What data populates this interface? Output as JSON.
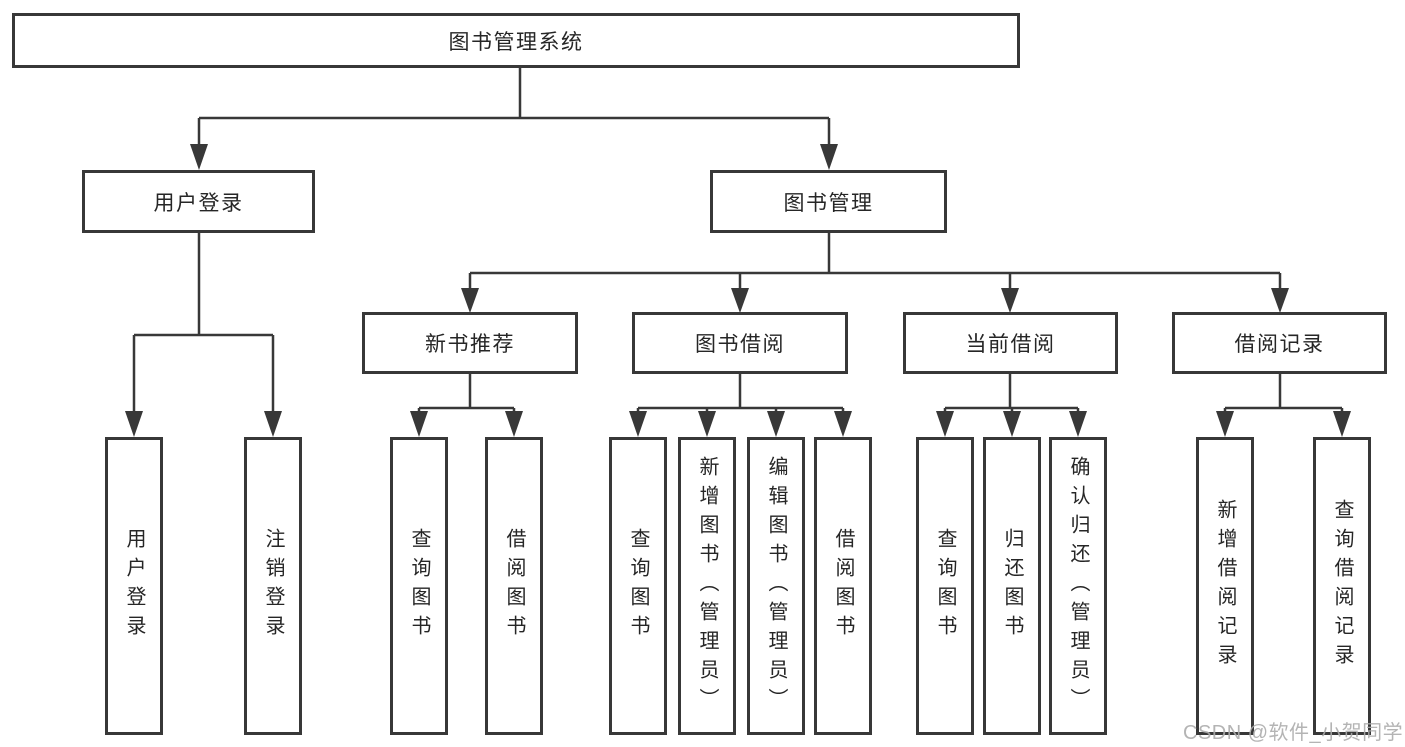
{
  "colors": {
    "line": "#383838",
    "node_border": "#383838",
    "node_text": "#262626",
    "background": "#ffffff",
    "watermark_text_color": "#acacac"
  },
  "nodes": {
    "root": "图书管理系统",
    "user_login": "用户登录",
    "book_management": "图书管理",
    "new_book_recommend": "新书推荐",
    "book_borrow": "图书借阅",
    "current_borrow": "当前借阅",
    "borrow_record": "借阅记录"
  },
  "leaves": [
    {
      "parent": "user_login",
      "label": "用户登录"
    },
    {
      "parent": "user_login",
      "label": "注销登录"
    },
    {
      "parent": "new_book_recommend",
      "label": "查询图书"
    },
    {
      "parent": "new_book_recommend",
      "label": "借阅图书"
    },
    {
      "parent": "book_borrow",
      "label": "查询图书"
    },
    {
      "parent": "book_borrow",
      "label": "新增图书（管理员）"
    },
    {
      "parent": "book_borrow",
      "label": "编辑图书（管理员）"
    },
    {
      "parent": "book_borrow",
      "label": "借阅图书"
    },
    {
      "parent": "current_borrow",
      "label": "查询图书"
    },
    {
      "parent": "current_borrow",
      "label": "归还图书"
    },
    {
      "parent": "current_borrow",
      "label": "确认归还（管理员）"
    },
    {
      "parent": "borrow_record",
      "label": "新增借阅记录"
    },
    {
      "parent": "borrow_record",
      "label": "查询借阅记录"
    }
  ],
  "watermark": "CSDN @软件_小贺同学"
}
